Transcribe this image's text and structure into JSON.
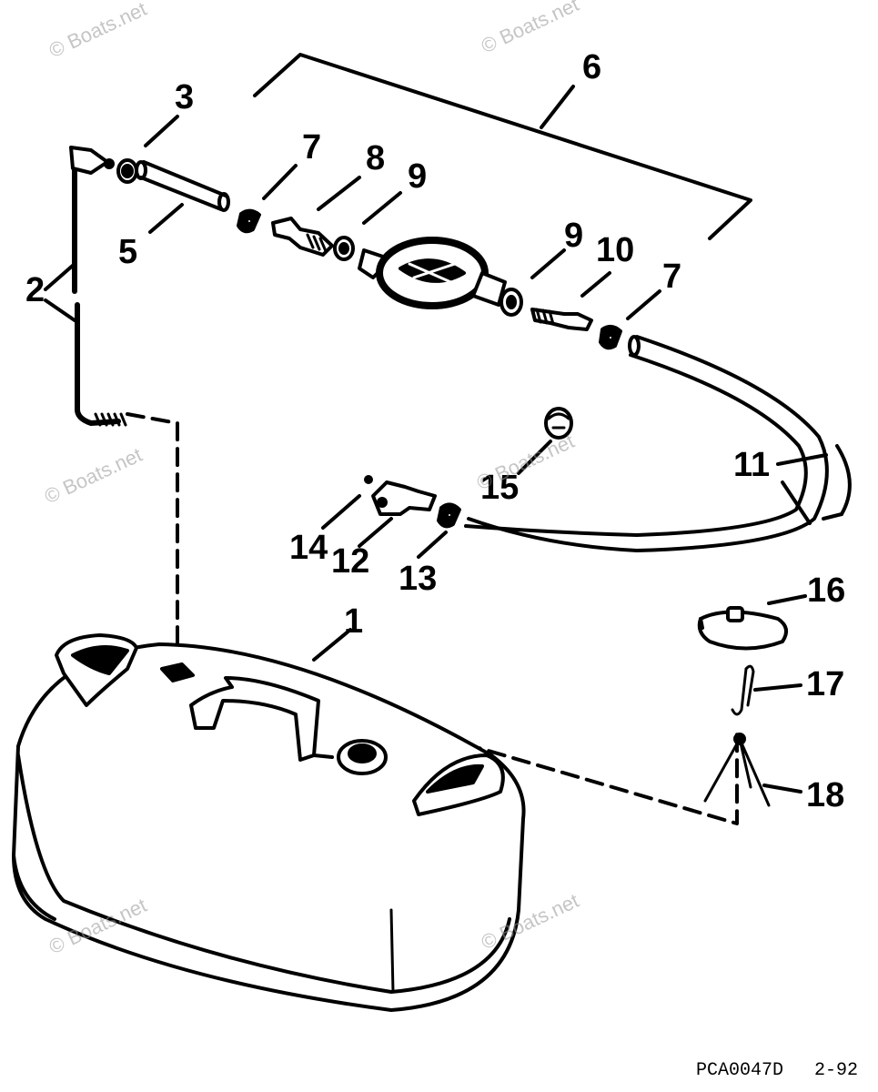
{
  "callouts": {
    "c1": "1",
    "c2": "2",
    "c3": "3",
    "c5": "5",
    "c6": "6",
    "c7a": "7",
    "c7b": "7",
    "c8": "8",
    "c9a": "9",
    "c9b": "9",
    "c10": "10",
    "c11": "11",
    "c12": "12",
    "c13": "13",
    "c14": "14",
    "c15": "15",
    "c16": "16",
    "c17": "17",
    "c18": "18"
  },
  "watermark": "© Boats.net",
  "footer": {
    "code": "PCA0047D",
    "date": "2-92"
  }
}
